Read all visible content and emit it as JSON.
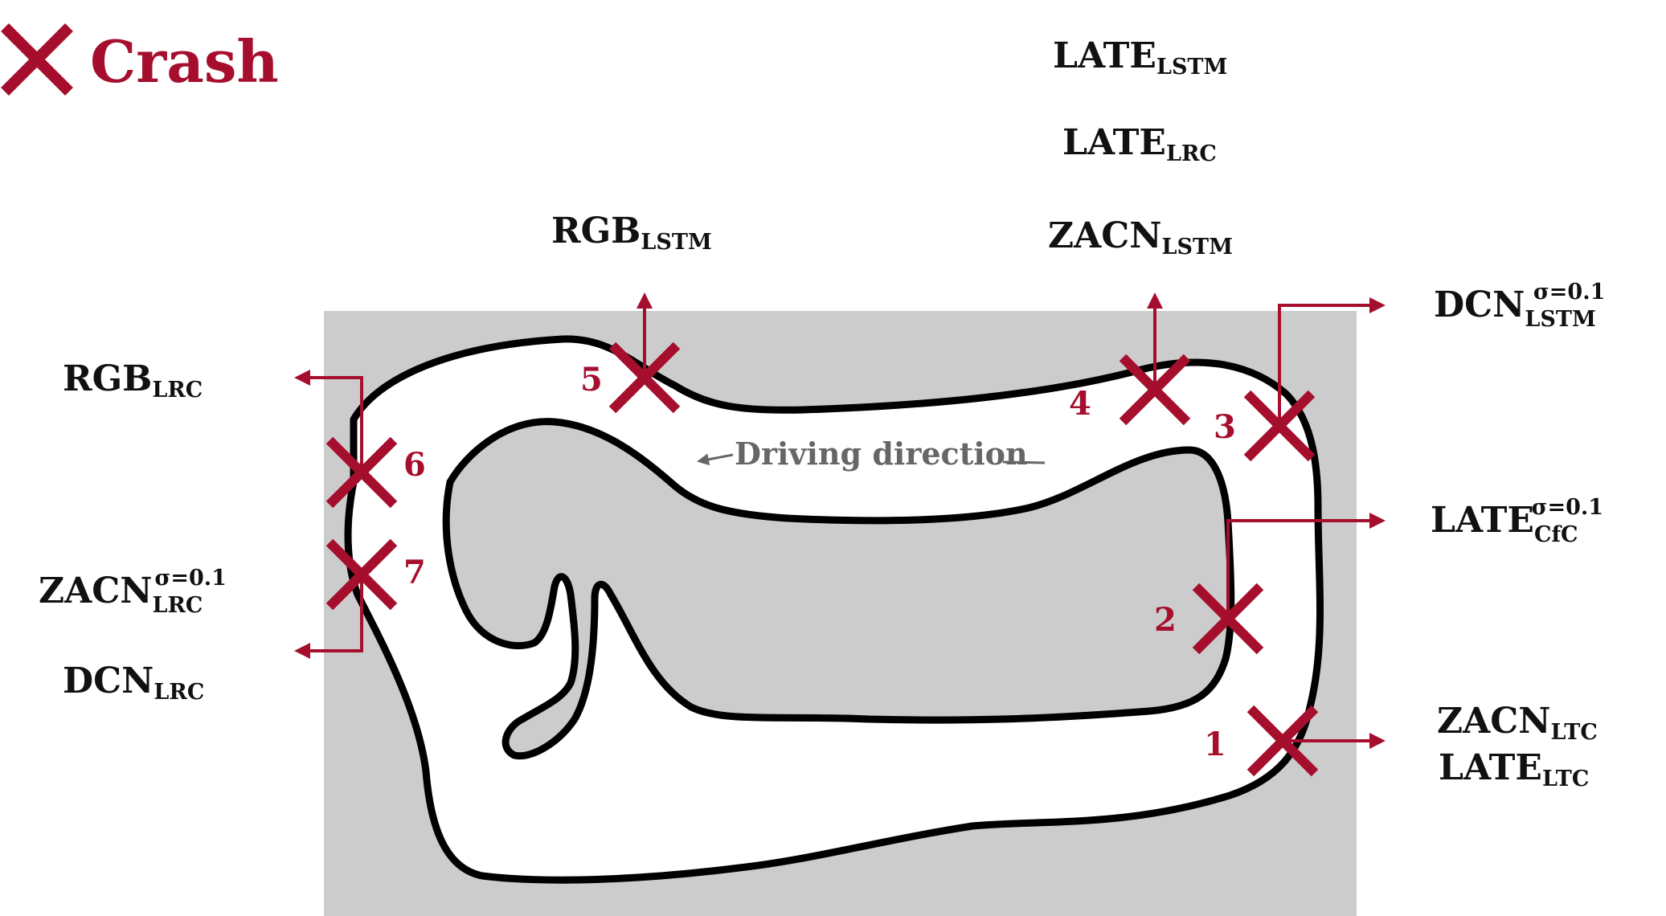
{
  "colors": {
    "crash": "#a50f2d",
    "map_background": "#cccccc",
    "road": "#ffffff",
    "road_border": "#000000",
    "label": "#111111",
    "direction": "#666666"
  },
  "legend": {
    "icon": "x-cross-icon",
    "label": "Crash"
  },
  "direction_label": "Driving direction",
  "crashes": [
    {
      "number": "1",
      "models": [
        {
          "base": "ZACN",
          "sub": "LTC",
          "sup": ""
        },
        {
          "base": "LATE",
          "sub": "LTC",
          "sup": ""
        }
      ]
    },
    {
      "number": "2",
      "models": [
        {
          "base": "LATE",
          "sub": "CfC",
          "sup": "σ=0.1"
        }
      ]
    },
    {
      "number": "3",
      "models": [
        {
          "base": "DCN",
          "sub": "LSTM",
          "sup": "σ=0.1"
        }
      ]
    },
    {
      "number": "4",
      "models": [
        {
          "base": "LATE",
          "sub": "LSTM",
          "sup": ""
        },
        {
          "base": "LATE",
          "sub": "LRC",
          "sup": ""
        },
        {
          "base": "ZACN",
          "sub": "LSTM",
          "sup": ""
        }
      ]
    },
    {
      "number": "5",
      "models": [
        {
          "base": "RGB",
          "sub": "LSTM",
          "sup": ""
        }
      ]
    },
    {
      "number": "6",
      "models": [
        {
          "base": "RGB",
          "sub": "LRC",
          "sup": ""
        }
      ]
    },
    {
      "number": "7",
      "models": [
        {
          "base": "ZACN",
          "sub": "LRC",
          "sup": "σ=0.1"
        },
        {
          "base": "DCN",
          "sub": "LRC",
          "sup": ""
        }
      ]
    }
  ]
}
